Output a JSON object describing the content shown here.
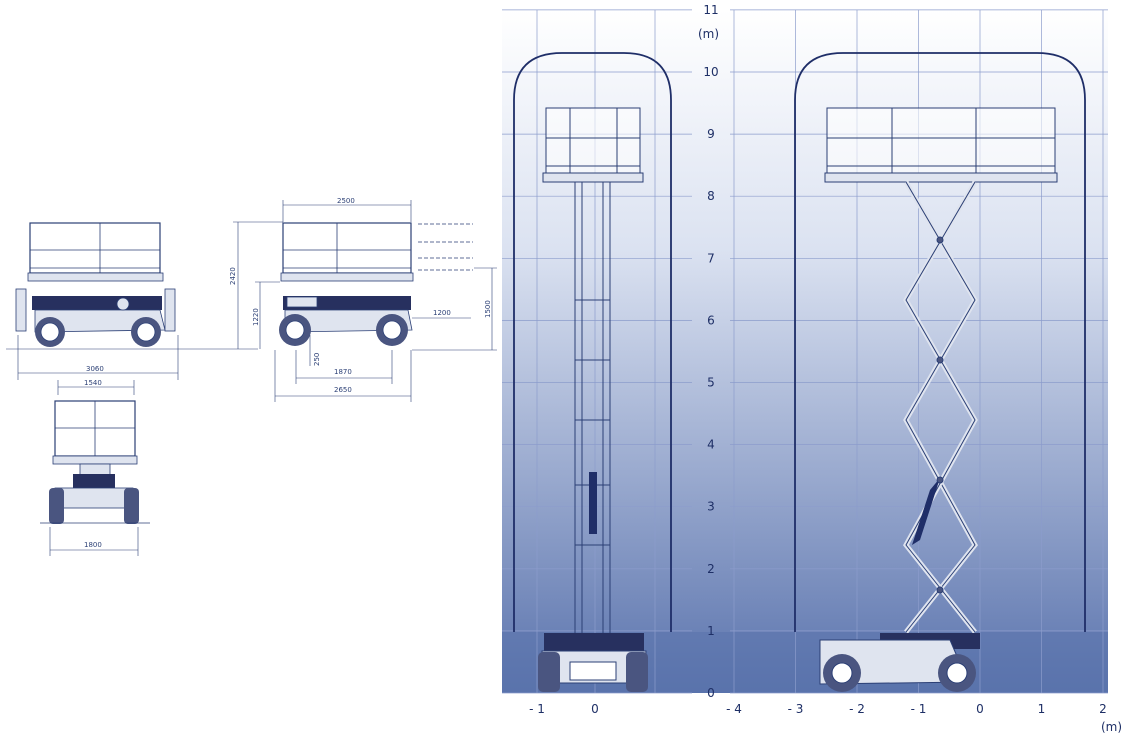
{
  "dimensions": {
    "width_3060": "3060",
    "width_1540": "1540",
    "length_2500": "2500",
    "height_2420": "2420",
    "height_1220": "1220",
    "ext_1200": "1200",
    "height_1500": "1500",
    "clearance_250": "250",
    "wheelbase_1870": "1870",
    "length_2650": "2650",
    "track_1800": "1800"
  },
  "chart_data": {
    "type": "diagram",
    "title": "",
    "y_axis": {
      "unit": "(m)",
      "range": [
        0,
        11
      ],
      "ticks": [
        "0",
        "1",
        "2",
        "3",
        "4",
        "5",
        "6",
        "7",
        "8",
        "9",
        "10",
        "11"
      ]
    },
    "x_axis_left": {
      "ticks": [
        "- 1",
        "0"
      ]
    },
    "x_axis_right": {
      "unit": "(m)",
      "range": [
        -4,
        2
      ],
      "ticks": [
        "- 4",
        "- 3",
        "- 2",
        "- 1",
        "0",
        "1",
        "2"
      ]
    },
    "working_envelope_height_m": 10.3,
    "platform_floor_height_m": 8.2,
    "grid": true
  },
  "colors": {
    "frame": "#2a3d78",
    "grid": "#8c9ccc",
    "machine": "#dfe4ef",
    "dark": "#27305f",
    "gradient_top": "#ffffff",
    "gradient_bottom": "#5b74ad"
  }
}
